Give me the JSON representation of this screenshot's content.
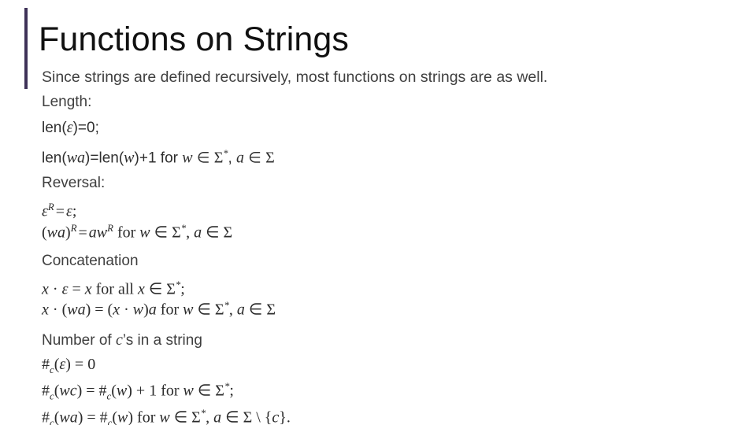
{
  "slide": {
    "title": "Functions on Strings",
    "accent_color": "#3e3158",
    "background_color": "#ffffff",
    "text_color": "#404040",
    "lead": "Since strings are defined recursively, most functions on strings are as well.",
    "sections": [
      {
        "heading": "Length:",
        "lines": [
          "len(ε)=0;",
          "len(wa)=len(w)+1 for w ∈ Σ*, a ∈ Σ"
        ]
      },
      {
        "heading": "Reversal:",
        "lines": [
          "εᴿ = ε;",
          "(wa)ᴿ = awᴿ for w ∈ Σ*, a ∈ Σ"
        ]
      },
      {
        "heading": "Concatenation",
        "lines": [
          "x · ε = x for all x ∈ Σ*;",
          "x · (wa) = (x · w)a for w ∈ Σ*, a ∈ Σ"
        ]
      },
      {
        "heading": "Number of c’s in a string",
        "lines": [
          "#c(ε) = 0",
          "#c(wc) = #c(w) + 1 for w ∈ Σ*;",
          "#c(wa) = #c(w) for w ∈ Σ*, a ∈ Σ \\ {c}."
        ]
      }
    ],
    "tokens": {
      "len": "len",
      "for": "for",
      "for_all": "for all",
      "eps": "ε",
      "sigma": "Σ",
      "star": "*",
      "in": "∈",
      "eq": "=",
      "plus": "+",
      "one": "1",
      "zero": "0",
      "semi": ";",
      "comma": ",",
      "dot": "·",
      "hash": "#",
      "R": "R",
      "w": "w",
      "a": "a",
      "c": "c",
      "x": "x",
      "lparen": "(",
      "rparen": ")",
      "lbrace": "{",
      "rbrace": "}",
      "setminus": "\\",
      "period": ".",
      "colon": ":"
    }
  }
}
